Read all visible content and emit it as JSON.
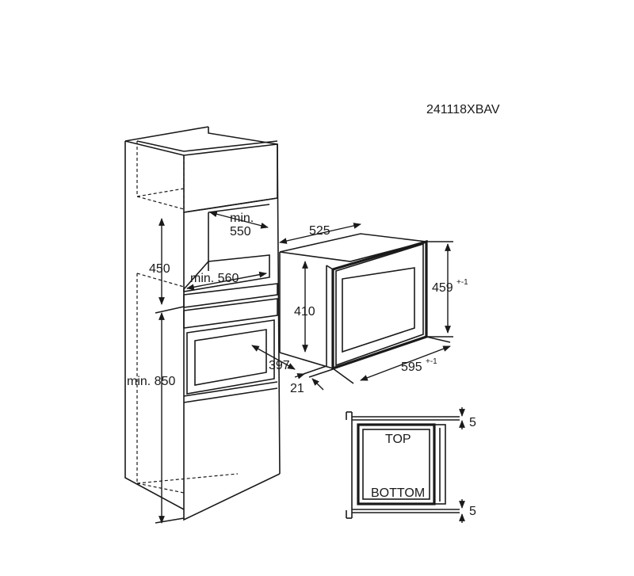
{
  "model_code": "241118XBAV",
  "cabinet": {
    "width_label_line1": "min.",
    "width_label_line2": "550",
    "depth_label": "min. 560",
    "niche_height_label": "450",
    "floor_height_label": "min. 850"
  },
  "oven": {
    "depth_label": "525",
    "inner_height_label": "410",
    "height_label": "459",
    "height_tolerance": "+-1",
    "width_label": "595",
    "width_tolerance": "+-1",
    "front_offset_label": "397",
    "panel_depth_label": "21"
  },
  "detail": {
    "top_label": "TOP",
    "bottom_label": "BOTTOM",
    "top_gap_label": "5",
    "bottom_gap_label": "5"
  }
}
